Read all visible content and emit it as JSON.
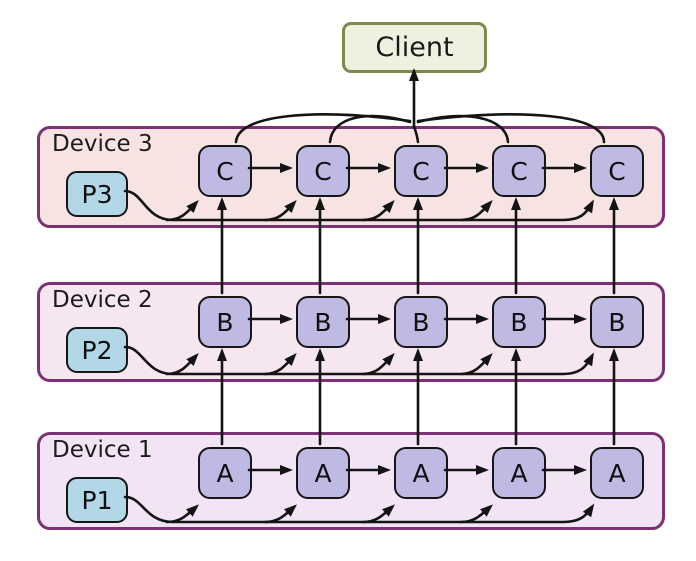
{
  "client": {
    "label": "Client"
  },
  "devices": [
    {
      "name": "Device 3",
      "process": "P3",
      "nodes": [
        "C",
        "C",
        "C",
        "C",
        "C"
      ]
    },
    {
      "name": "Device 2",
      "process": "P2",
      "nodes": [
        "B",
        "B",
        "B",
        "B",
        "B"
      ]
    },
    {
      "name": "Device 1",
      "process": "P1",
      "nodes": [
        "A",
        "A",
        "A",
        "A",
        "A"
      ]
    }
  ],
  "connections": [
    "P1 feeds every A node via a bottom bus line",
    "A nodes chained left-to-right with arrows",
    "each A node feeds the B node directly above",
    "P2 feeds every B node via a bottom bus line",
    "B nodes chained left-to-right with arrows",
    "each B node feeds the C node directly above",
    "P3 feeds every C node via a bottom bus line",
    "C nodes chained left-to-right with arrows",
    "all five C nodes converge into a single arrow into Client"
  ],
  "colors": {
    "device3_fill": "#f7e4e2",
    "device2_fill": "#f6e6f0",
    "device1_fill": "#f2e3f5",
    "device_border": "#7b3173",
    "node_fill": "#bfbae3",
    "process_fill": "#b2d8e8",
    "client_fill": "#eff1e0",
    "client_border": "#7c8b4b",
    "edge": "#141414"
  }
}
